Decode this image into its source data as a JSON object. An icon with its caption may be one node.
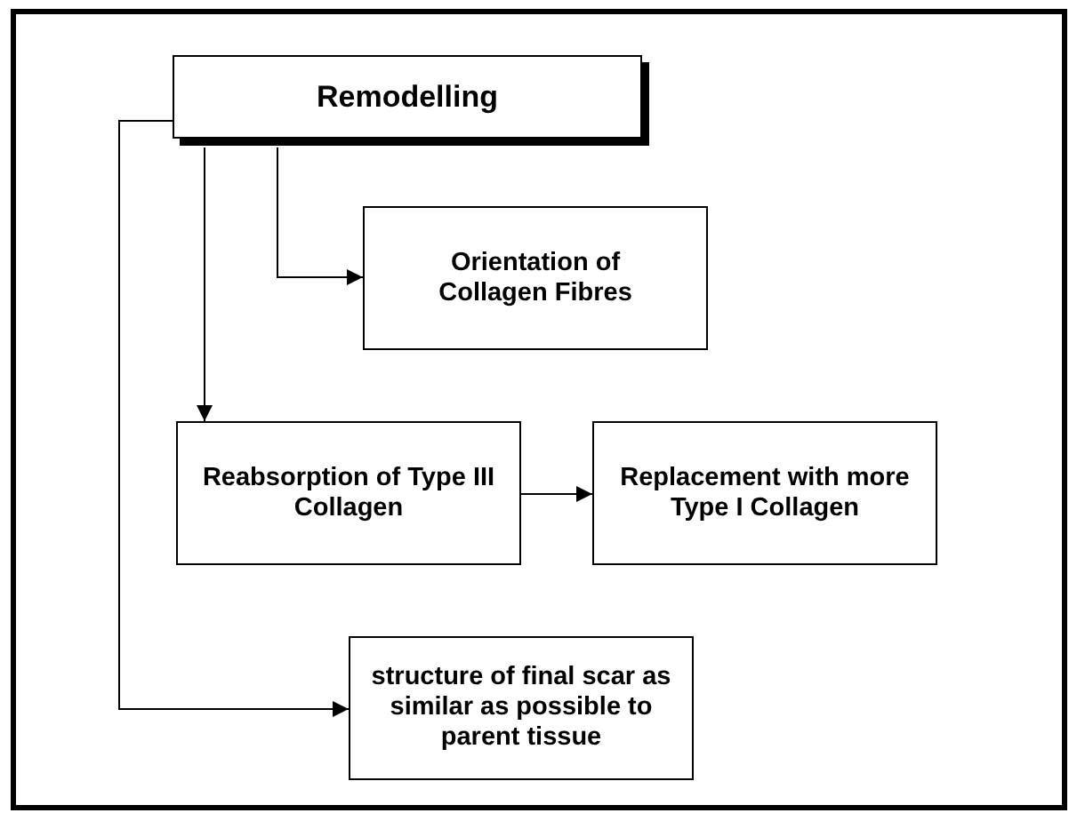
{
  "diagram": {
    "nodes": [
      {
        "text": [
          "Remodelling"
        ]
      },
      {
        "text": [
          "Orientation of Collagen Fibres"
        ]
      },
      {
        "text": [
          "Reabsorption of Type III Collagen"
        ]
      },
      {
        "text": [
          "Replacement with more Type I Collagen"
        ]
      },
      {
        "text": [
          "structure of final scar as similar as possible to parent tissue"
        ]
      }
    ],
    "edges": [
      {
        "from": 0,
        "to": 1,
        "arrow": "to"
      },
      {
        "from": 0,
        "to": 2,
        "arrow": "to"
      },
      {
        "from": 2,
        "to": 3,
        "arrow": "to"
      },
      {
        "from": 0,
        "to": 4,
        "arrow": "to"
      }
    ]
  }
}
